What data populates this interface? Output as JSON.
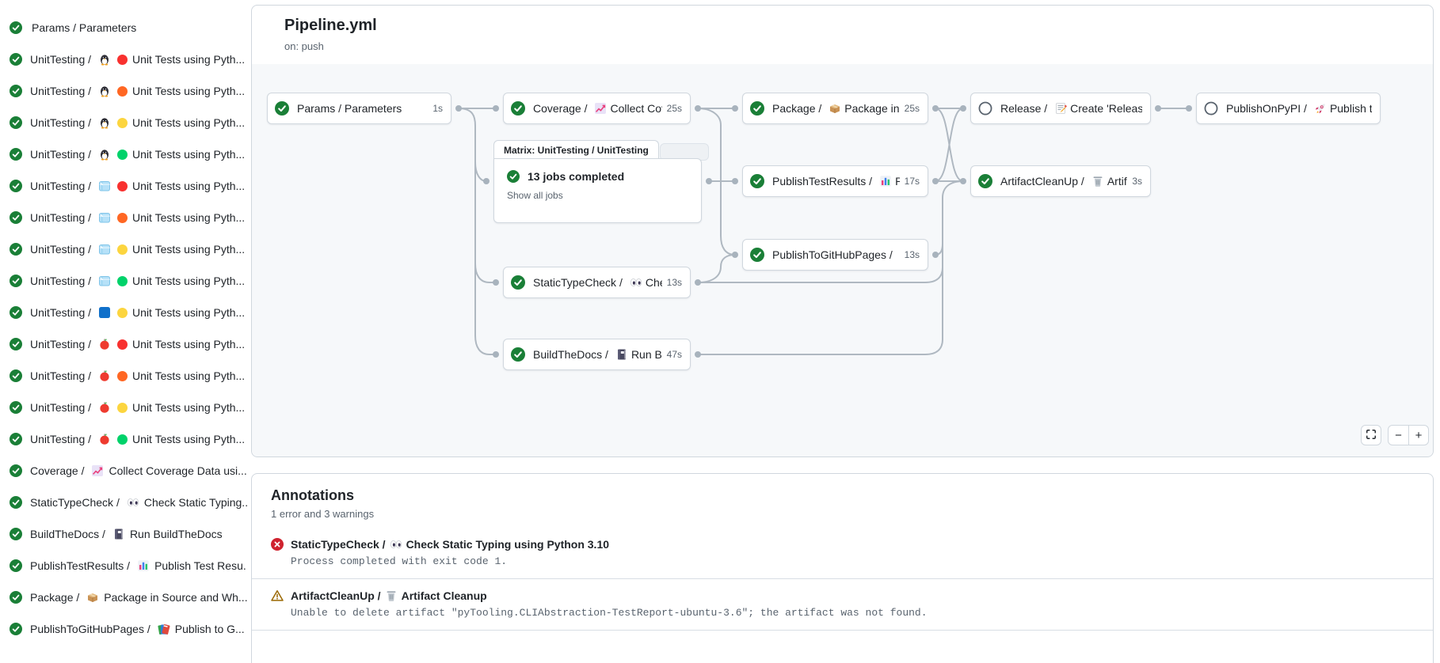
{
  "pipeline": {
    "title": "Pipeline.yml",
    "trigger": "on: push"
  },
  "sidebar": {
    "items": [
      {
        "prefix": "",
        "icons": [],
        "title": "Params / Parameters",
        "status": "success"
      },
      {
        "prefix": "UnitTesting /",
        "icons": [
          "linux",
          "py-red"
        ],
        "title": "Unit Tests using Pyth...",
        "status": "success"
      },
      {
        "prefix": "UnitTesting /",
        "icons": [
          "linux",
          "py-orange"
        ],
        "title": "Unit Tests using Pyth...",
        "status": "success"
      },
      {
        "prefix": "UnitTesting /",
        "icons": [
          "linux",
          "py-yellow"
        ],
        "title": "Unit Tests using Pyth...",
        "status": "success"
      },
      {
        "prefix": "UnitTesting /",
        "icons": [
          "linux",
          "py-green"
        ],
        "title": "Unit Tests using Pyth...",
        "status": "success"
      },
      {
        "prefix": "UnitTesting /",
        "icons": [
          "ice",
          "py-red"
        ],
        "title": "Unit Tests using Pyth...",
        "status": "success"
      },
      {
        "prefix": "UnitTesting /",
        "icons": [
          "ice",
          "py-orange"
        ],
        "title": "Unit Tests using Pyth...",
        "status": "success"
      },
      {
        "prefix": "UnitTesting /",
        "icons": [
          "ice",
          "py-yellow"
        ],
        "title": "Unit Tests using Pyth...",
        "status": "success"
      },
      {
        "prefix": "UnitTesting /",
        "icons": [
          "ice",
          "py-green"
        ],
        "title": "Unit Tests using Pyth...",
        "status": "success"
      },
      {
        "prefix": "UnitTesting /",
        "icons": [
          "msys",
          "py-yellow"
        ],
        "title": "Unit Tests using Pyth...",
        "status": "success"
      },
      {
        "prefix": "UnitTesting /",
        "icons": [
          "apple",
          "py-red"
        ],
        "title": "Unit Tests using Pyth...",
        "status": "success"
      },
      {
        "prefix": "UnitTesting /",
        "icons": [
          "apple",
          "py-orange"
        ],
        "title": "Unit Tests using Pyth...",
        "status": "success"
      },
      {
        "prefix": "UnitTesting /",
        "icons": [
          "apple",
          "py-yellow"
        ],
        "title": "Unit Tests using Pyth...",
        "status": "success"
      },
      {
        "prefix": "UnitTesting /",
        "icons": [
          "apple",
          "py-green"
        ],
        "title": "Unit Tests using Pyth...",
        "status": "success"
      },
      {
        "prefix": "Coverage /",
        "icons": [
          "chart-increasing"
        ],
        "title": "Collect Coverage Data usi...",
        "status": "success"
      },
      {
        "prefix": "StaticTypeCheck /",
        "icons": [
          "eyes"
        ],
        "title": "Check Static Typing...",
        "status": "success"
      },
      {
        "prefix": "BuildTheDocs /",
        "icons": [
          "notebook"
        ],
        "title": "Run BuildTheDocs",
        "status": "success"
      },
      {
        "prefix": "PublishTestResults /",
        "icons": [
          "bar-chart"
        ],
        "title": "Publish Test Resu...",
        "status": "success"
      },
      {
        "prefix": "Package /",
        "icons": [
          "package"
        ],
        "title": "Package in Source and Wh...",
        "status": "success"
      },
      {
        "prefix": "PublishToGitHubPages /",
        "icons": [
          "books"
        ],
        "title": "Publish to G...",
        "status": "success"
      }
    ]
  },
  "graph": {
    "matrix": {
      "label": "Matrix: UnitTesting / UnitTesting",
      "status": "success",
      "status_text": "13 jobs completed",
      "link_label": "Show all jobs"
    },
    "nodes": [
      {
        "id": "params",
        "status": "success",
        "prefix": "",
        "icons": [],
        "title": "Params / Parameters",
        "duration": "1s"
      },
      {
        "id": "coverage",
        "status": "success",
        "prefix": "Coverage /",
        "icons": [
          "chart-increasing"
        ],
        "title": "Collect Cove...",
        "duration": "25s"
      },
      {
        "id": "statictypecheck",
        "status": "success",
        "prefix": "StaticTypeCheck /",
        "icons": [
          "eyes"
        ],
        "title": "Chec...",
        "duration": "13s"
      },
      {
        "id": "buildthedocs",
        "status": "success",
        "prefix": "BuildTheDocs /",
        "icons": [
          "notebook"
        ],
        "title": "Run Buil...",
        "duration": "47s"
      },
      {
        "id": "package",
        "status": "success",
        "prefix": "Package /",
        "icons": [
          "package"
        ],
        "title": "Package in So...",
        "duration": "25s"
      },
      {
        "id": "publishtestresults",
        "status": "success",
        "prefix": "PublishTestResults /",
        "icons": [
          "bar-chart"
        ],
        "title": "Pu...",
        "duration": "17s"
      },
      {
        "id": "publishtogithubpages",
        "status": "success",
        "prefix": "PublishToGitHubPages /",
        "icons": [
          "books"
        ],
        "title": "...",
        "duration": "13s"
      },
      {
        "id": "release",
        "status": "skipped",
        "prefix": "Release /",
        "icons": [
          "memo"
        ],
        "title": "Create 'Release P...",
        "duration": ""
      },
      {
        "id": "artifactcleanup",
        "status": "success",
        "prefix": "ArtifactCleanUp /",
        "icons": [
          "wastebasket"
        ],
        "title": "Artifac...",
        "duration": "3s"
      },
      {
        "id": "publishonpypi",
        "status": "skipped",
        "prefix": "PublishOnPyPI /",
        "icons": [
          "rocket"
        ],
        "title": "Publish to ...",
        "duration": ""
      }
    ]
  },
  "zoom_controls": {
    "zoom_out": "−",
    "zoom_in": "+"
  },
  "annotations": {
    "title": "Annotations",
    "summary": "1 error and 3 warnings",
    "items": [
      {
        "type": "error",
        "job": "StaticTypeCheck /",
        "icon": "eyes",
        "step": "Check Static Typing using Python 3.10",
        "message": "Process completed with exit code 1."
      },
      {
        "type": "warning",
        "job": "ArtifactCleanUp /",
        "icon": "wastebasket",
        "step": "Artifact Cleanup",
        "message": "Unable to delete artifact \"pyTooling.CLIAbstraction-TestReport-ubuntu-3.6\"; the artifact was not found."
      }
    ]
  },
  "colors": {
    "success": "#1a7f37",
    "error": "#cf222e",
    "warning": "#9a6700",
    "skipped": "#59636e",
    "edge": "#afb8c1",
    "py-red": "#f8312f",
    "py-orange": "#ff6723",
    "py-yellow": "#fcd53f",
    "py-green": "#00d26a"
  }
}
